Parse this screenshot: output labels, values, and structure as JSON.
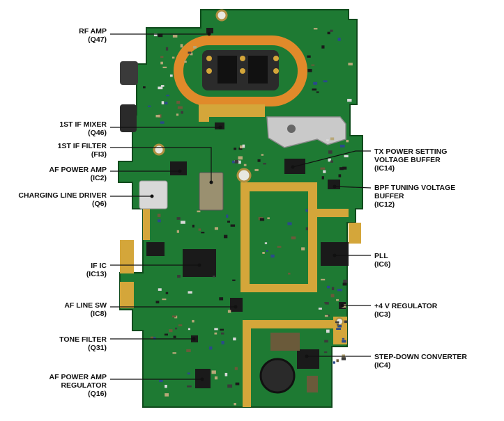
{
  "colors": {
    "board": "#1e7a33",
    "board_dark": "#11521f",
    "trace_gold": "#d4a63a",
    "shield_orange": "#e08a2a",
    "leader": "#111111",
    "chip": "#1a1a1a"
  },
  "callouts_left": [
    {
      "id": "rf-amp",
      "lines": [
        "RF AMP",
        "(Q47)"
      ]
    },
    {
      "id": "1st-if-mixer",
      "lines": [
        "1ST IF MIXER",
        "(Q46)"
      ]
    },
    {
      "id": "1st-if-filter",
      "lines": [
        "1ST IF FILTER",
        "(FI3)"
      ]
    },
    {
      "id": "af-power-amp",
      "lines": [
        "AF POWER AMP",
        "(IC2)"
      ]
    },
    {
      "id": "charging-line-driver",
      "lines": [
        "CHARGING LINE DRIVER",
        "(Q6)"
      ]
    },
    {
      "id": "if-ic",
      "lines": [
        "IF IC",
        "(IC13)"
      ]
    },
    {
      "id": "af-line-sw",
      "lines": [
        "AF LINE SW",
        "(IC8)"
      ]
    },
    {
      "id": "tone-filter",
      "lines": [
        "TONE FILTER",
        "(Q31)"
      ]
    },
    {
      "id": "af-power-amp-regulator",
      "lines": [
        "AF POWER AMP",
        "REGULATOR",
        "(Q16)"
      ]
    }
  ],
  "callouts_right": [
    {
      "id": "tx-power-setting-voltage-buffer",
      "lines": [
        "TX POWER SETTING",
        "VOLTAGE BUFFER",
        "(IC14)"
      ]
    },
    {
      "id": "bpf-tuning-voltage-buffer",
      "lines": [
        "BPF TUNING VOLTAGE",
        "BUFFER",
        "(IC12)"
      ]
    },
    {
      "id": "pll",
      "lines": [
        "PLL",
        "(IC6)"
      ]
    },
    {
      "id": "4v-regulator",
      "lines": [
        "+4 V REGULATOR",
        "(IC3)"
      ]
    },
    {
      "id": "step-down-converter",
      "lines": [
        "STEP-DOWN CONVERTER",
        "(IC4)"
      ]
    }
  ]
}
